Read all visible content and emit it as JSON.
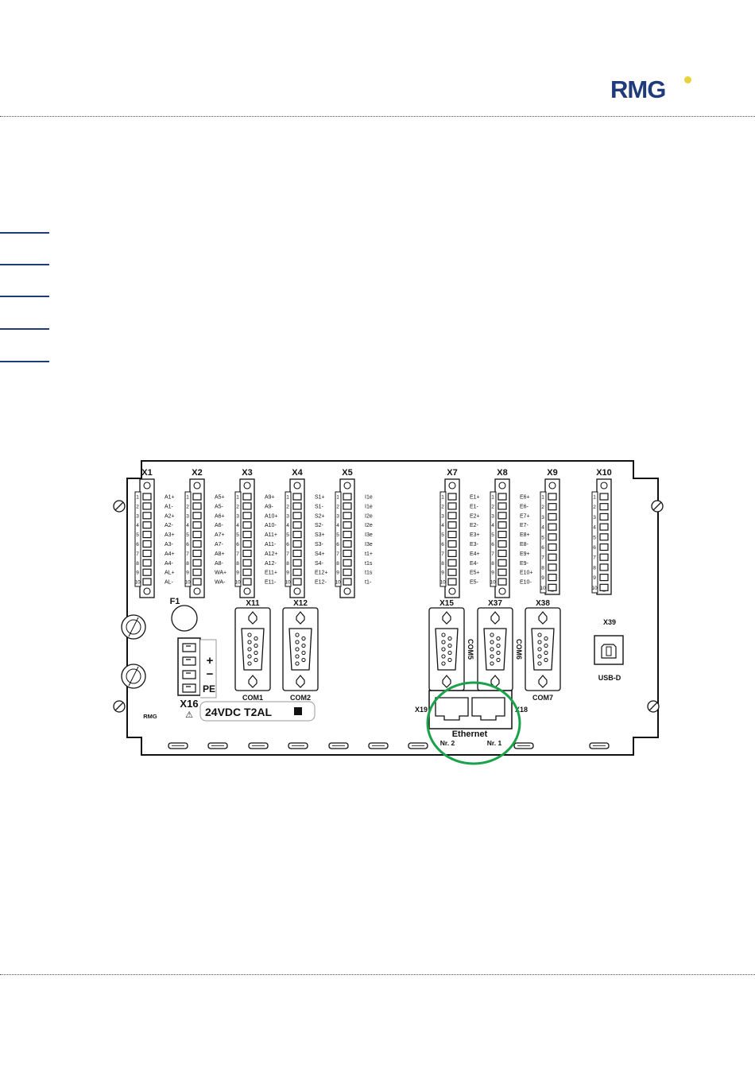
{
  "brand": {
    "logo_text": "RMG",
    "dot_color": "#e8d23a",
    "logo_color": "#1f3b7a"
  },
  "highlight_color": "#19a24a",
  "terminal_blocks": [
    {
      "id": "X1",
      "pins": [
        "A1+",
        "A1-",
        "A2+",
        "A2-",
        "A3+",
        "A3-",
        "A4+",
        "A4-",
        "AL+",
        "AL-"
      ]
    },
    {
      "id": "X2",
      "pins": [
        "A5+",
        "A5-",
        "A6+",
        "A6-",
        "A7+",
        "A7-",
        "A8+",
        "A8-",
        "WA+",
        "WA-"
      ]
    },
    {
      "id": "X3",
      "pins": [
        "A9+",
        "A9-",
        "A10+",
        "A10-",
        "A11+",
        "A11-",
        "A12+",
        "A12-",
        "E11+",
        "E11-"
      ]
    },
    {
      "id": "X4",
      "pins": [
        "S1+",
        "S1-",
        "S2+",
        "S2-",
        "S3+",
        "S3-",
        "S4+",
        "S4-",
        "E12+",
        "E12-"
      ]
    },
    {
      "id": "X5",
      "pins": [
        "I1e",
        "I1e",
        "I2e",
        "I2e",
        "I3e",
        "I3e",
        "t1+",
        "t1s",
        "t1s",
        "t1-"
      ]
    },
    {
      "id": "X7",
      "pins": [
        "E1+",
        "E1-",
        "E2+",
        "E2-",
        "E3+",
        "E3-",
        "E4+",
        "E4-",
        "E5+",
        "E5-"
      ]
    },
    {
      "id": "X8",
      "pins": [
        "E6+",
        "E6-",
        "E7+",
        "E7-",
        "E8+",
        "E8-",
        "E9+",
        "E9-",
        "E10+",
        "E10-"
      ]
    },
    {
      "id": "X9",
      "pins": []
    },
    {
      "id": "X10",
      "pins": []
    }
  ],
  "pin_numbers": [
    "1",
    "2",
    "3",
    "4",
    "5",
    "6",
    "7",
    "8",
    "9",
    "10"
  ],
  "sub_d": [
    {
      "id": "X11",
      "label": "COM1",
      "side": ""
    },
    {
      "id": "X12",
      "label": "COM2",
      "side": ""
    },
    {
      "id": "X15",
      "label": "",
      "side": "COM5"
    },
    {
      "id": "X37",
      "label": "",
      "side": "COM6"
    },
    {
      "id": "X38",
      "label": "COM7",
      "side": ""
    }
  ],
  "fuse": {
    "id": "F1"
  },
  "power": {
    "id": "X16",
    "plus": "+",
    "minus": "−",
    "pe": "PE",
    "rating": "24VDC  T2AL",
    "warning": "⚠"
  },
  "usb": {
    "id": "X39",
    "label": "USB-D"
  },
  "ethernet": {
    "title": "Ethernet",
    "left_id": "X19",
    "right_id": "X18",
    "left_nr": "Nr. 2",
    "right_nr": "Nr. 1"
  },
  "maker_mark": "RMG"
}
